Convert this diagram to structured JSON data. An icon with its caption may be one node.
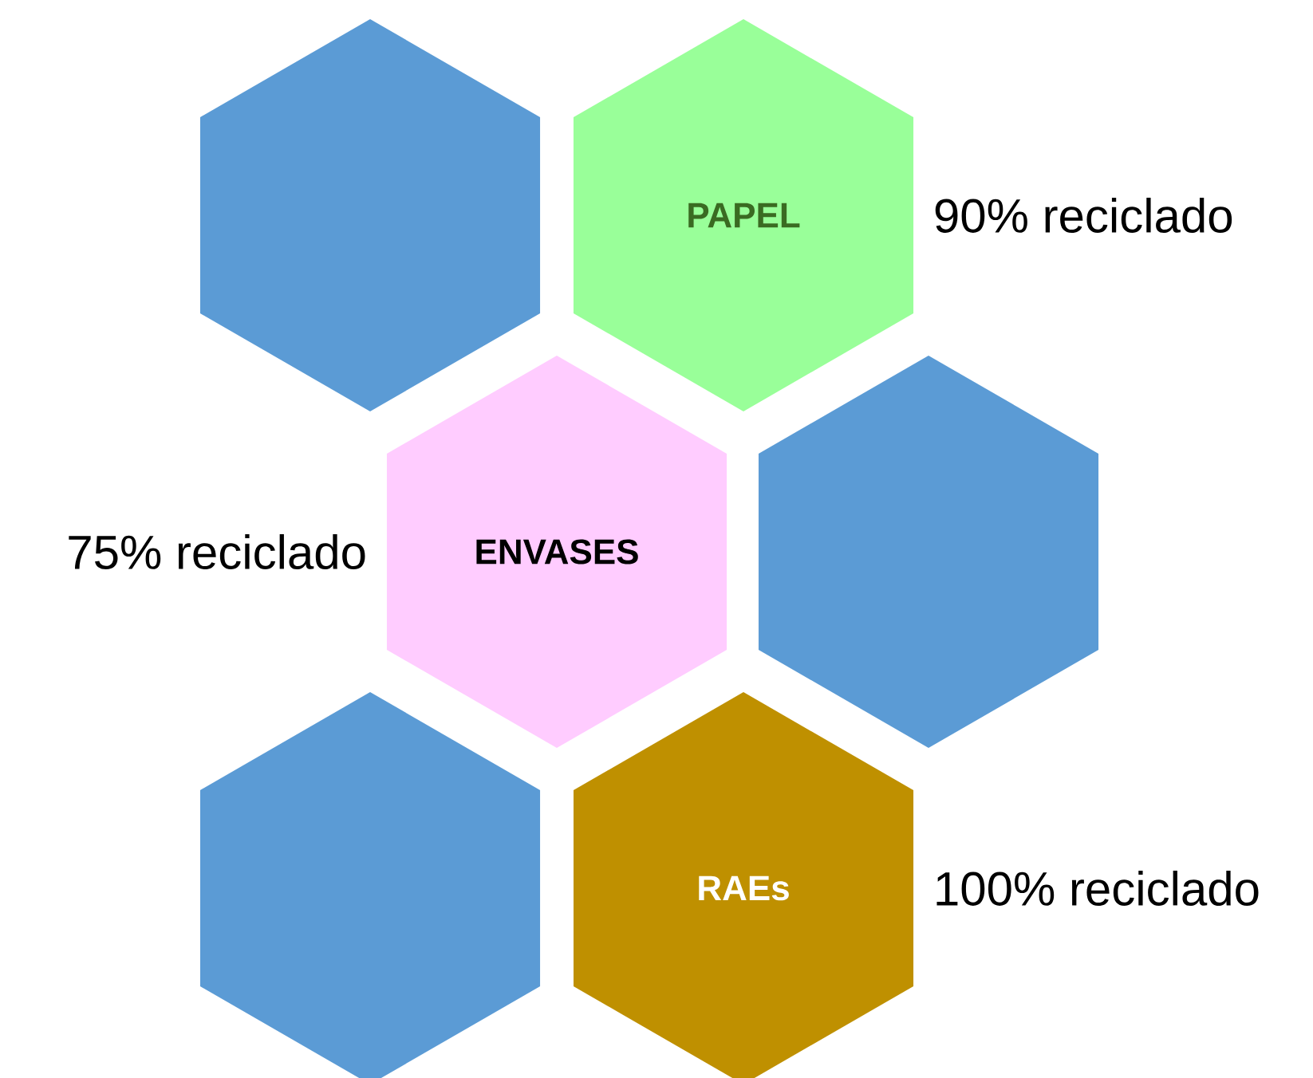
{
  "diagram": {
    "nodes": [
      {
        "text": [],
        "shape": "hexagon"
      },
      {
        "text": [
          "PAPEL"
        ],
        "beside": [
          "90% reciclado"
        ]
      },
      {
        "text": [
          "ENVASES"
        ],
        "beside": [
          "75% reciclado"
        ]
      },
      {
        "text": [],
        "shape": "hexagon"
      },
      {
        "text": [],
        "shape": "hexagon"
      },
      {
        "text": [
          "RAEs"
        ],
        "beside": [
          "100% reciclado"
        ]
      }
    ]
  }
}
